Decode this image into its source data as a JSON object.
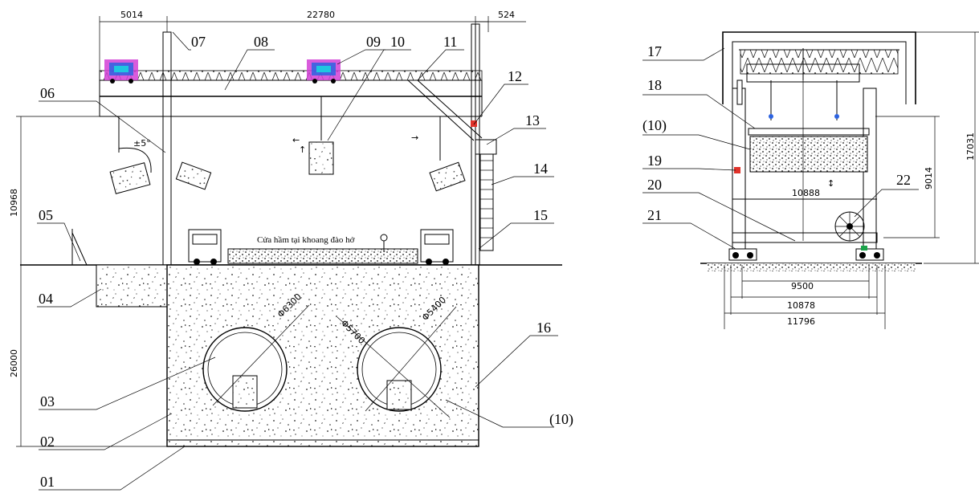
{
  "labels": {
    "l01": "01",
    "l02": "02",
    "l03": "03",
    "l04": "04",
    "l05": "05",
    "l06": "06",
    "l07": "07",
    "l08": "08",
    "l09": "09",
    "l10": "10",
    "l11": "11",
    "l12": "12",
    "l13": "13",
    "l14": "14",
    "l15": "15",
    "l16": "16",
    "l10b": "(10)",
    "l17": "17",
    "l18": "18",
    "l10c": "(10)",
    "l19": "19",
    "l20": "20",
    "l21": "21",
    "l22": "22"
  },
  "dimensions": {
    "d5014": "5014",
    "d22780": "22780",
    "d524": "524",
    "d10968": "10968",
    "d26000": "26000",
    "phi6300": "Φ6300",
    "phi5700": "Φ5700",
    "phi5400": "Φ5400",
    "d17031": "17031",
    "d9014": "9014",
    "d10888": "10888",
    "d9500": "9500",
    "d10878": "10878",
    "d11796": "11796"
  },
  "annotations": {
    "caption": "Cửa hầm tại khoang đào hở",
    "angle": "±5°"
  },
  "colors": {
    "crane_pink": "#d23fd6",
    "crane_blue": "#2d63e0",
    "crane_cyan": "#1fc7e0",
    "accent_green": "#1aa34a",
    "accent_orange": "#e0872a",
    "accent_red": "#e0322a"
  }
}
